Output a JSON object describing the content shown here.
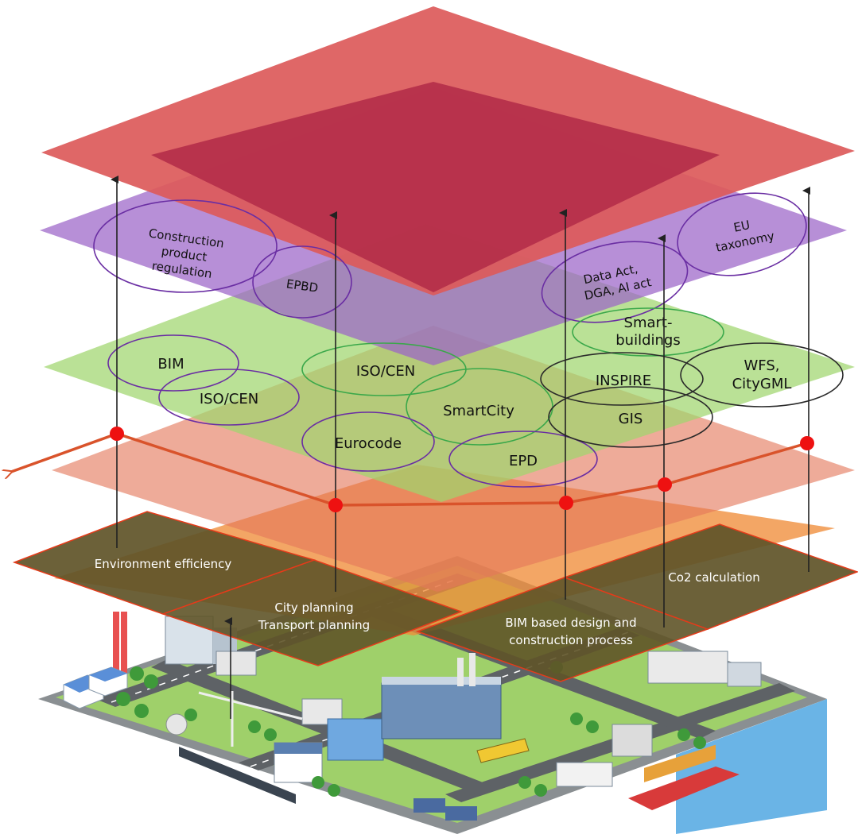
{
  "colors": {
    "top_layer": "#dc5a5a",
    "top_inner": "#b22a48",
    "regulation_layer": "#9b64c8",
    "standards_layer": "#a0d66e",
    "data_layer": "#e3785a",
    "domain_layer": "#ef8d3a",
    "domain_tile": "#5f5428",
    "connector": "#d9532b",
    "node": "#ee1111",
    "ellipse_purple": "#6a2ea3",
    "ellipse_green": "#3aa84a",
    "ellipse_dark": "#2a2a2a"
  },
  "regulations": {
    "construction_product_regulation": [
      "Construction",
      "product",
      "regulation"
    ],
    "epbd": "EPBD",
    "data_act": [
      "Data Act,",
      "DGA, AI act"
    ],
    "eu_taxonomy": [
      "EU",
      "taxonomy"
    ]
  },
  "standards": {
    "bim": "BIM",
    "iso_cen_left": "ISO/CEN",
    "iso_cen_center": "ISO/CEN",
    "smartcity": "SmartCity",
    "eurocode": "Eurocode",
    "epd": "EPD",
    "smart_buildings": [
      "Smart-",
      "buildings"
    ],
    "inspire": "INSPIRE",
    "gis": "GIS",
    "wfs_citygml": [
      "WFS,",
      "CityGML"
    ]
  },
  "domains": {
    "environment_efficiency": "Environment efficiency",
    "city_planning": [
      "City planning",
      "Transport planning"
    ],
    "bim_process": [
      "BIM based design and",
      "construction process"
    ],
    "co2_calculation": "Co2 calculation"
  }
}
